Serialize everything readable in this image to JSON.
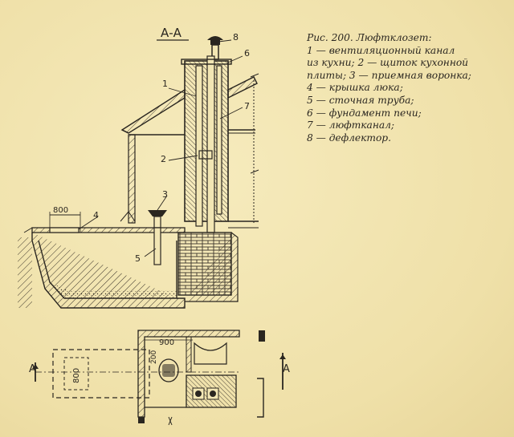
{
  "section_title": "А-А",
  "caption": {
    "lines": [
      "Рис. 200. Люфтклозет:",
      "1 — вентиляционный канал",
      "из кухни; 2 — щиток кухонной",
      "плиты; 3 — приемная воронка;",
      "4 — крышка люка;",
      "5 — сточная труба;",
      "6 — фундамент печи;",
      "7 — люфтканал;",
      "8 — дефлектор."
    ]
  },
  "callouts": {
    "n1": "1",
    "n2": "2",
    "n3": "3",
    "n4": "4",
    "n5": "5",
    "n6": "6",
    "n7": "7",
    "n8": "8"
  },
  "dimensions": {
    "section_width": "800",
    "plan_top": "900",
    "plan_left": "800",
    "plan_side": "200"
  },
  "section_marks": {
    "left": "А",
    "right": "А"
  }
}
